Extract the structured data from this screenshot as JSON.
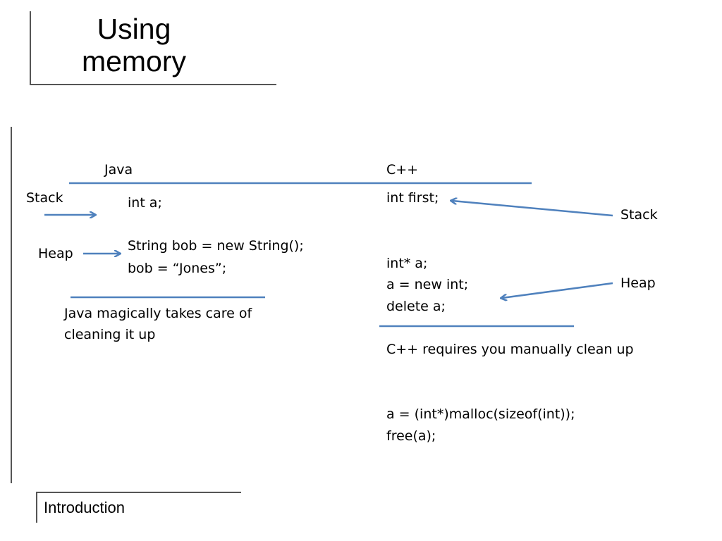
{
  "slide": {
    "title_line1": "Using",
    "title_line2": "memory",
    "footer": "Introduction"
  },
  "java": {
    "heading": "Java",
    "stack_label": "Stack",
    "heap_label": "Heap",
    "code_stack": "int a;",
    "code_heap_line1": "String bob = new String();",
    "code_heap_line2": "bob = “Jones”;",
    "note_line1": "Java magically takes care of",
    "note_line2": "cleaning it up"
  },
  "cpp": {
    "heading": "C++",
    "code_stack": "int first;",
    "stack_label": "Stack",
    "code_heap_line1": "int* a;",
    "code_heap_line2": "a = new int;",
    "code_heap_line3": "delete a;",
    "heap_label": "Heap",
    "note": "C++ requires you manually clean up",
    "malloc_line1": "a = (int*)malloc(sizeof(int));",
    "malloc_line2": "free(a);"
  },
  "colors": {
    "accent_line": "#4f81bd",
    "frame": "#555555"
  }
}
